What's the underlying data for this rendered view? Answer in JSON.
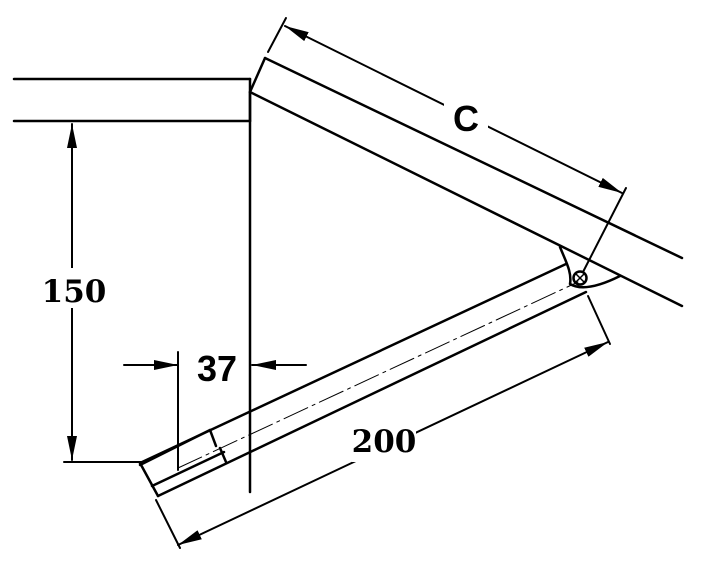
{
  "diagram": {
    "labels": {
      "height": "150",
      "offset": "37",
      "stay_length": "200",
      "flap_length": "C"
    },
    "colors": {
      "line": "#000000",
      "background": "#ffffff"
    }
  }
}
